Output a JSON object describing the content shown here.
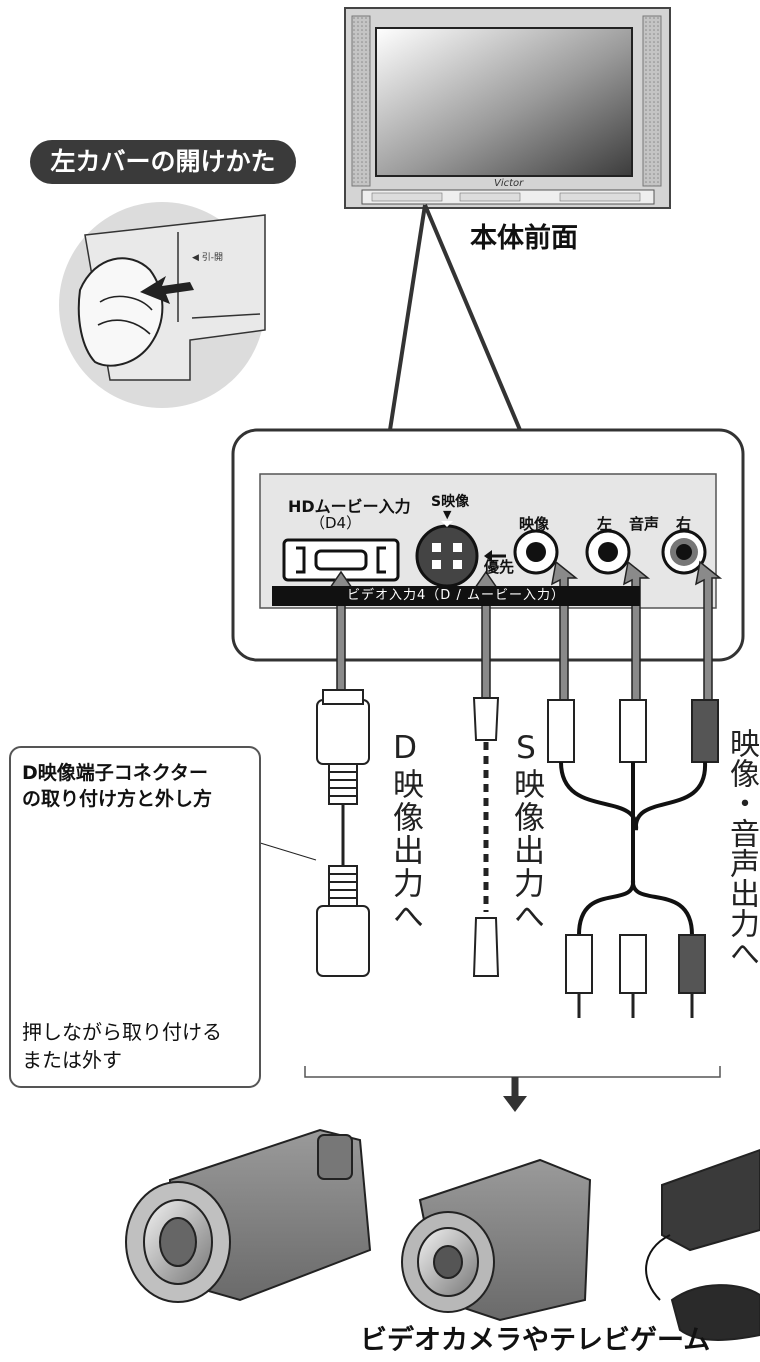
{
  "tv": {
    "brand": "Victor",
    "caption": "本体前面"
  },
  "cover": {
    "title": "左カバーの開けかた",
    "tab_label": "◀ 引-開"
  },
  "panel": {
    "hd_label": "HDムービー入力",
    "hd_sub": "（D4）",
    "s_label": "S映像",
    "priority": "優先",
    "video": "映像",
    "left": "左",
    "audio": "音声",
    "right": "右",
    "bar": "ビデオ入力4（D / ムービー入力）"
  },
  "connector_note": {
    "title_line1": "D映像端子コネクター",
    "title_line2": "の取り付け方と外し方",
    "body_line1": "押しながら取り付ける",
    "body_line2": "または外す"
  },
  "cables": {
    "d_out": "D映像出力へ",
    "s_out": "S映像出力へ",
    "av_out": "映像・音声出力へ"
  },
  "devices": {
    "caption": "ビデオカメラやテレビゲーム"
  }
}
